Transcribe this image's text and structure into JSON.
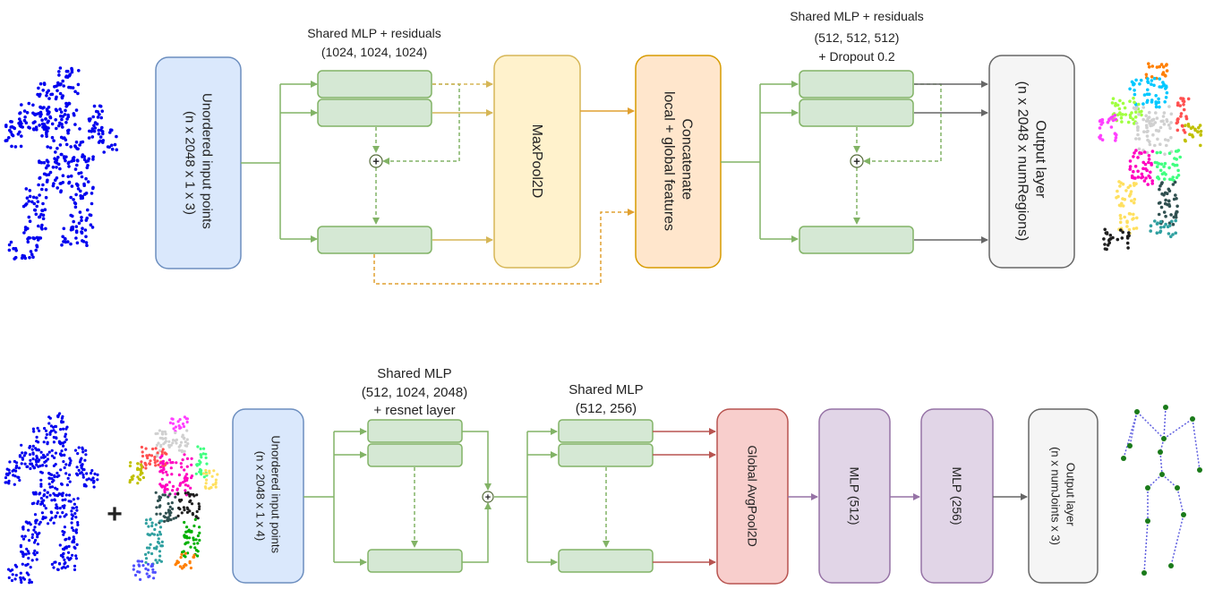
{
  "top": {
    "input": {
      "line1": "Unordered input points",
      "line2": "(n x 2048 x 1 x 3)"
    },
    "mlp1": {
      "title": "Shared MLP + residuals",
      "dims": "(1024, 1024, 1024)"
    },
    "maxpool": "MaxPool2D",
    "concat": {
      "line1": "Concatenate",
      "line2": "local + global features"
    },
    "mlp2": {
      "title": "Shared MLP + residuals",
      "dims": "(512, 512, 512)",
      "extra": "+ Dropout 0.2"
    },
    "output": {
      "line1": "Output layer",
      "line2": "(n x 2048 x numRegions)"
    },
    "plus": "+"
  },
  "bottom": {
    "plus_sign": "+",
    "input": {
      "line1": "Unordered input points",
      "line2": "(n x 2048 x 1 x 4)"
    },
    "mlp1": {
      "title": "Shared MLP",
      "dims": "(512, 1024, 2048)",
      "extra": "+ resnet layer"
    },
    "mlp2": {
      "title": "Shared MLP",
      "dims": "(512, 256)"
    },
    "avgpool": "Global AvgPool2D",
    "mlp3": "MLP (512)",
    "mlp4": "MLP (256)",
    "output": {
      "line1": "Output layer",
      "line2": "(n x numJoints x 3)"
    },
    "plus": "+"
  },
  "colors": {
    "green_fill": "#d5e8d4",
    "green_stroke": "#82b366",
    "blue_fill": "#dae8fc",
    "blue_stroke": "#6c8ebf",
    "yellow_fill": "#fff2cc",
    "yellow_stroke": "#d6b656",
    "orange_fill": "#ffe6cc",
    "orange_stroke": "#d79b00",
    "gray_fill": "#f5f5f5",
    "gray_stroke": "#666666",
    "red_fill": "#f8cecc",
    "red_stroke": "#b85450",
    "purple_fill": "#e1d5e7",
    "purple_stroke": "#9673a6",
    "point_blue": "#0000ee"
  }
}
